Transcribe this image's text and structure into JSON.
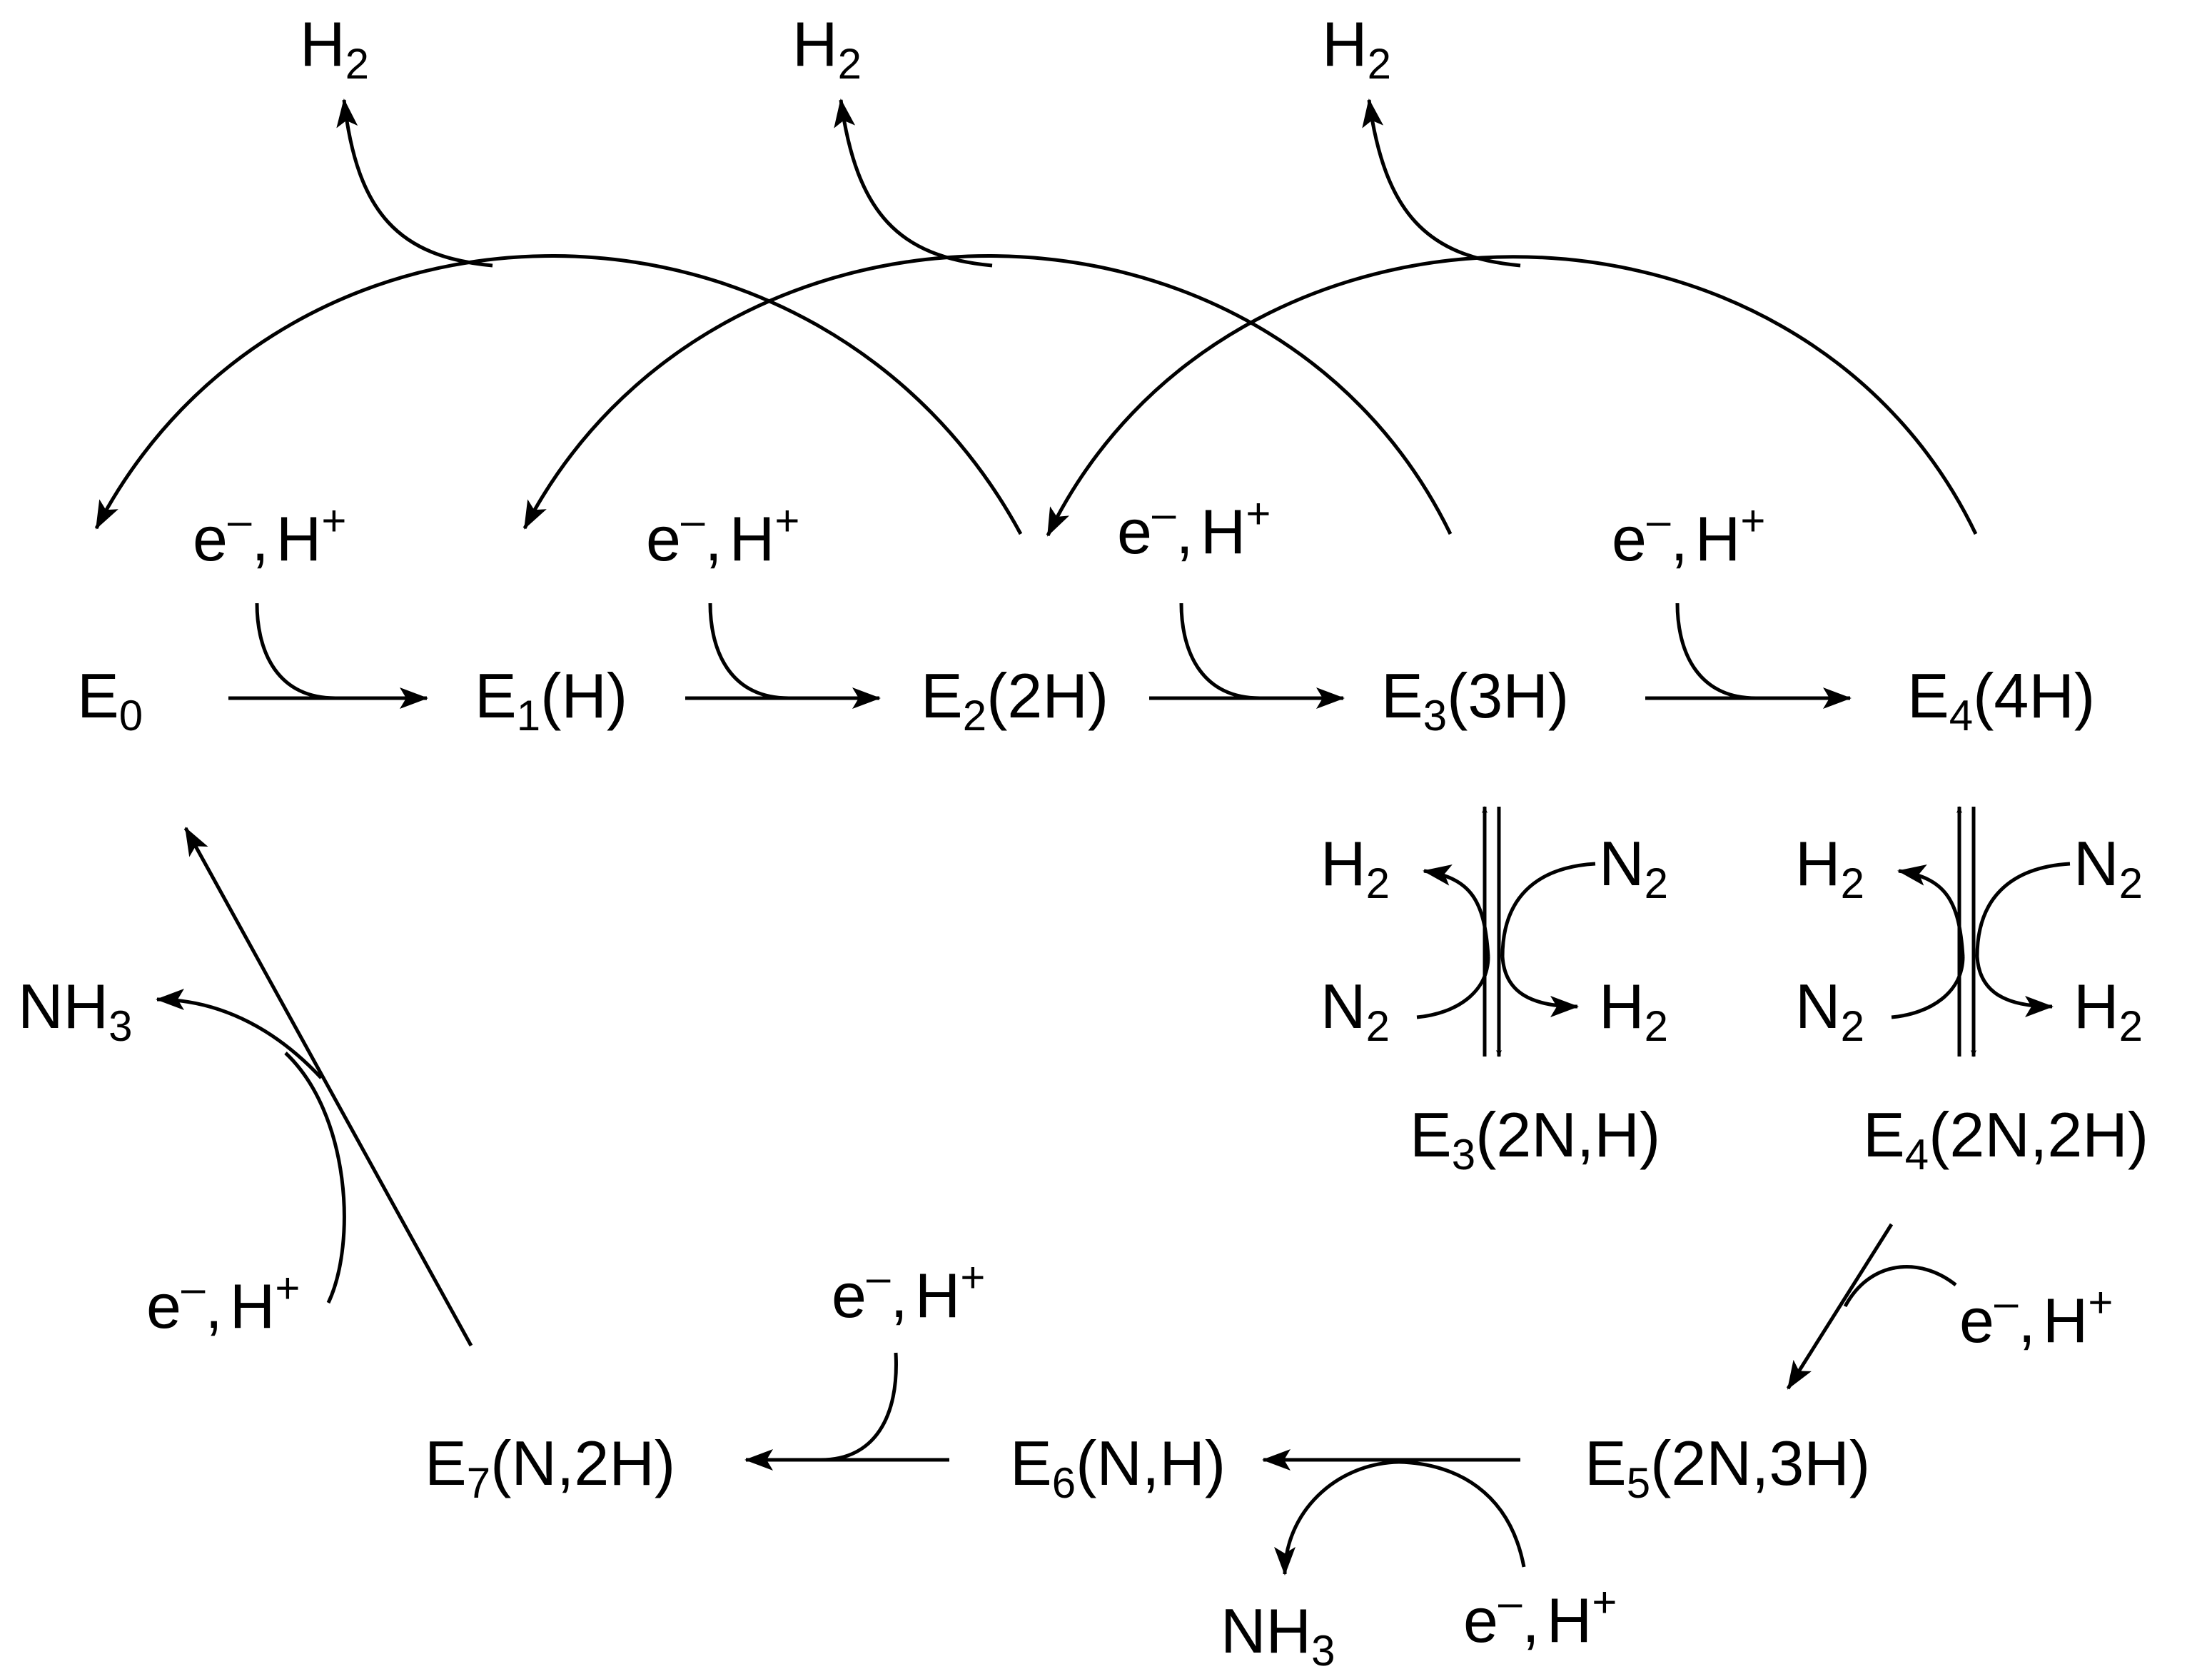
{
  "states": {
    "e0": {
      "base": "E",
      "sub": "0",
      "rest": ""
    },
    "e1": {
      "base": "E",
      "sub": "1",
      "rest": "(H)"
    },
    "e2": {
      "base": "E",
      "sub": "2",
      "rest": "(2H)"
    },
    "e3": {
      "base": "E",
      "sub": "3",
      "rest": "(3H)"
    },
    "e4": {
      "base": "E",
      "sub": "4",
      "rest": "(4H)"
    },
    "e3n": {
      "base": "E",
      "sub": "3",
      "rest": "(2N,H)"
    },
    "e4n": {
      "base": "E",
      "sub": "4",
      "rest": "(2N,2H)"
    },
    "e5": {
      "base": "E",
      "sub": "5",
      "rest": "(2N,3H)"
    },
    "e6": {
      "base": "E",
      "sub": "6",
      "rest": "(N,H)"
    },
    "e7": {
      "base": "E",
      "sub": "7",
      "rest": "(N,2H)"
    }
  },
  "reagent": {
    "electron": "e",
    "minus": "–",
    "comma": ",",
    "proton": "H",
    "plus": "+"
  },
  "species": {
    "h2": {
      "base": "H",
      "sub": "2"
    },
    "n2": {
      "base": "N",
      "sub": "2"
    },
    "nh3": {
      "base": "NH",
      "sub": "3"
    }
  }
}
